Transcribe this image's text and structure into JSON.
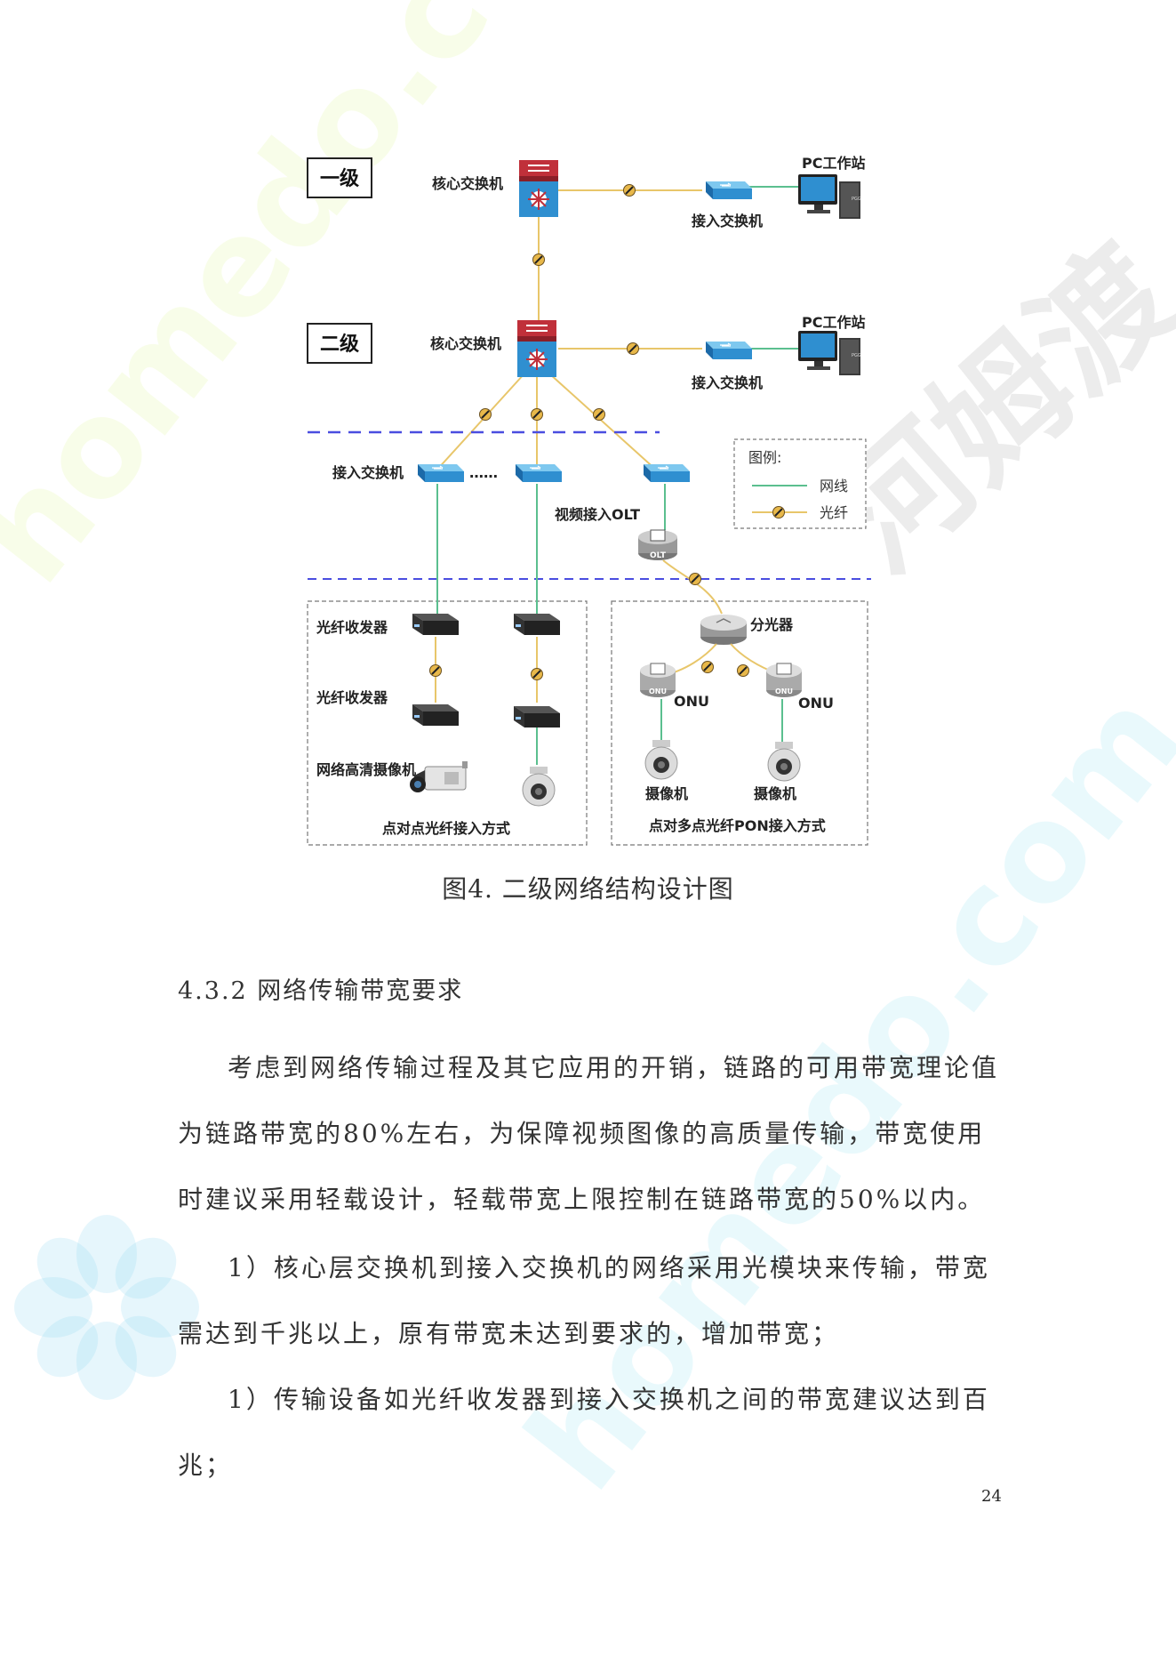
{
  "diagram": {
    "levels": {
      "level1": "一级",
      "level2": "二级"
    },
    "labels": {
      "core_switch_1": "核心交换机",
      "core_switch_2": "核心交换机",
      "pc_workstation_1": "PC工作站",
      "pc_workstation_2": "PC工作站",
      "access_switch_1": "接入交换机",
      "access_switch_2": "接入交换机",
      "access_switch_3": "接入交换机",
      "ellipsis": "……",
      "video_olt": "视频接入OLT",
      "olt_badge": "OLT",
      "fiber_transceiver_1": "光纤收发器",
      "fiber_transceiver_2": "光纤收发器",
      "hd_camera": "网络高清摄像机",
      "p2p_mode": "点对点光纤接入方式",
      "splitter": "分光器",
      "onu_1": "ONU",
      "onu_2": "ONU",
      "onu_badge_1": "ONU",
      "onu_badge_2": "ONU",
      "camera_1": "摄像机",
      "camera_2": "摄像机",
      "p2mp_mode": "点对多点光纤PON接入方式",
      "pc_brand_1": "PGG",
      "pc_brand_2": "PGG"
    },
    "legend": {
      "title": "图例:",
      "network_cable": "网线",
      "fiber": "光纤"
    },
    "colors": {
      "network_cable": "#5bbf8f",
      "fiber": "#e8c66a",
      "dashed_divider": "#4a4de0",
      "switch_blue": "#2f8fd0",
      "core_red": "#c0303a"
    }
  },
  "caption": "图4.  二级网络结构设计图",
  "section": {
    "heading": "4.3.2 网络传输带宽要求"
  },
  "paragraphs": {
    "p1": "考虑到网络传输过程及其它应用的开销，链路的可用带宽理论值为链路带宽的80%左右，为保障视频图像的高质量传输，带宽使用时建议采用轻载设计，轻载带宽上限控制在链路带宽的50%以内。",
    "p2": "1）核心层交换机到接入交换机的网络采用光模块来传输，带宽需达到千兆以上，原有带宽未达到要求的，增加带宽；",
    "p3": "1）传输设备如光纤收发器到接入交换机之间的带宽建议达到百兆；"
  },
  "page_number": "24",
  "watermarks": {
    "brand_cn": "河姆渡",
    "brand_en_1": "homedo.com",
    "brand_en_2": "homedo.com"
  }
}
